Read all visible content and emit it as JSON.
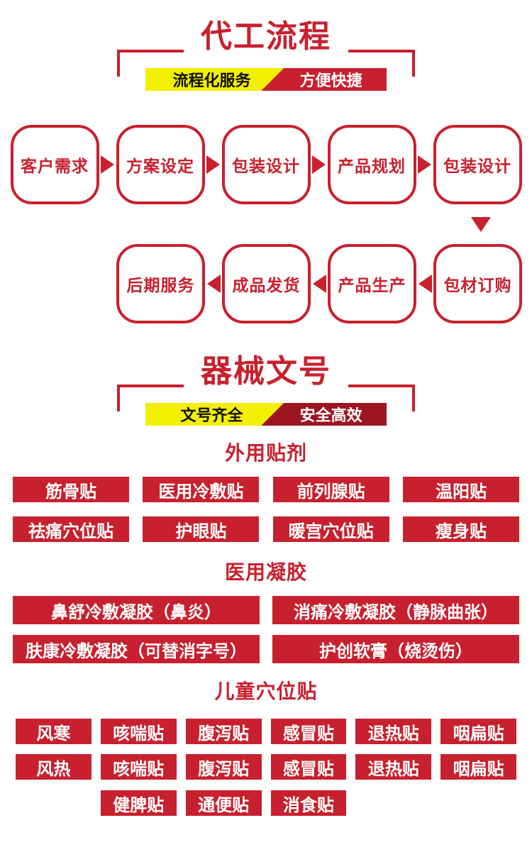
{
  "colors": {
    "red": "#c8202e",
    "maroon": "#9e1522",
    "yellow": "#f2ef00"
  },
  "s1": {
    "title": "代工流程",
    "banner_left": "流程化服务",
    "banner_right": "方便快捷",
    "row1": [
      "客户需求",
      "方案设定",
      "包装设计",
      "产品规划",
      "包装设计"
    ],
    "row2": [
      "后期服务",
      "成品发货",
      "产品生产",
      "包材订购"
    ]
  },
  "s2": {
    "title": "器械文号",
    "banner_left": "文号齐全",
    "banner_right": "安全高效",
    "patches": {
      "heading": "外用贴剂",
      "row1": [
        "筋骨贴",
        "医用冷敷贴",
        "前列腺贴",
        "温阳贴"
      ],
      "row2": [
        "祛痛穴位贴",
        "护眼贴",
        "暖宫穴位贴",
        "瘦身贴"
      ]
    },
    "gel": {
      "heading": "医用凝胶",
      "row1": [
        "鼻舒冷敷凝胶（鼻炎）",
        "消痛冷敷凝胶（静脉曲张）"
      ],
      "row2": [
        "肤康冷敷凝胶（可替消字号）",
        "护创软膏（烧烫伤）"
      ]
    },
    "kids": {
      "heading": "儿童穴位贴",
      "row1": [
        "风寒",
        "咳喘贴",
        "腹泻贴",
        "感冒贴",
        "退热贴",
        "咽扁贴"
      ],
      "row2": [
        "风热",
        "咳喘贴",
        "腹泻贴",
        "感冒贴",
        "退热贴",
        "咽扁贴"
      ],
      "row3": [
        "健脾贴",
        "通便贴",
        "消食贴"
      ]
    }
  }
}
